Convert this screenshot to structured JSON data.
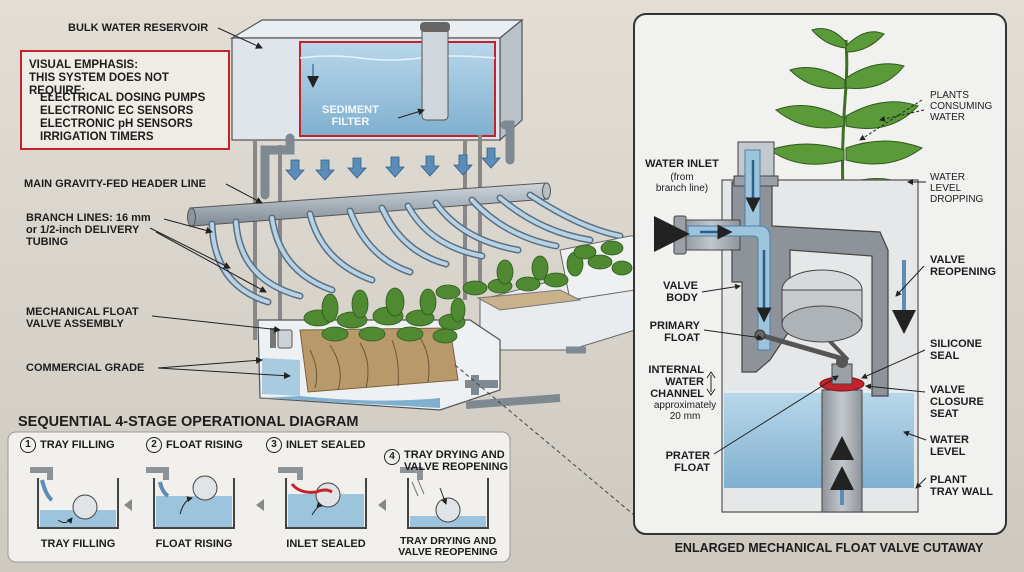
{
  "labels": {
    "bulk_reservoir": "BULK WATER RESERVOIR",
    "sediment_filter": "SEDIMENT\nFILTER",
    "header_line": "MAIN GRAVITY-FED HEADER LINE",
    "branch_lines": "BRANCH LINES: 16 mm\nor 1/2-inch DELIVERY\nTUBING",
    "float_valve_assembly": "MECHANICAL FLOAT\nVALVE ASSEMBLY",
    "commercial_grade": "COMMERCIAL GRADE"
  },
  "emphasis": {
    "title": "VISUAL EMPHASIS:",
    "subtitle": "THIS SYSTEM DOES NOT REQUIRE:",
    "items": [
      "ELECTRICAL DOSING PUMPS",
      "ELECTRONIC EC SENSORS",
      "ELECTRONIC pH SENSORS",
      "IRRIGATION TIMERS"
    ],
    "border_color": "#c4232b"
  },
  "sequence": {
    "title": "SEQUENTIAL 4-STAGE OPERATIONAL DIAGRAM",
    "stages": [
      {
        "num": "1",
        "label": "TRAY FILLING",
        "caption": "TRAY FILLING"
      },
      {
        "num": "2",
        "label": "FLOAT RISING",
        "caption": "FLOAT RISING"
      },
      {
        "num": "3",
        "label": "INLET SEALED",
        "caption": "INLET SEALED"
      },
      {
        "num": "4",
        "label": "TRAY DRYING AND\nVALVE REOPENING",
        "caption": "TRAY DRYING AND\nVALVE REOPENING"
      }
    ]
  },
  "cutaway": {
    "title": "ENLARGED MECHANICAL FLOAT VALVE CUTAWAY",
    "water_inlet": "WATER INLET",
    "water_inlet_note": "(from\nbranch line)",
    "valve_body": "VALVE\nBODY",
    "primary_float": "PRIMARY\nFLOAT",
    "internal_channel": "INTERNAL\nWATER\nCHANNEL",
    "channel_note": "approximately\n20 mm",
    "prater_float": "PRATER\nFLOAT",
    "plants_consuming": "PLANTS\nCONSUMING\nWATER",
    "water_level_dropping": "WATER\nLEVEL\nDROPPING",
    "valve_reopening": "VALVE\nREOPENING",
    "silicone_seal": "SILICONE\nSEAL",
    "valve_closure_seat": "VALVE\nCLOSURE\nSEAT",
    "water_level": "WATER\nLEVEL",
    "plant_tray_wall": "PLANT\nTRAY WALL"
  },
  "colors": {
    "water": "#9cc4dc",
    "pipe": "#a9b2ba",
    "arrow": "#5b8db8",
    "seal": "#c4232b",
    "plant": "#4f8a32",
    "media": "#b89a6a"
  }
}
